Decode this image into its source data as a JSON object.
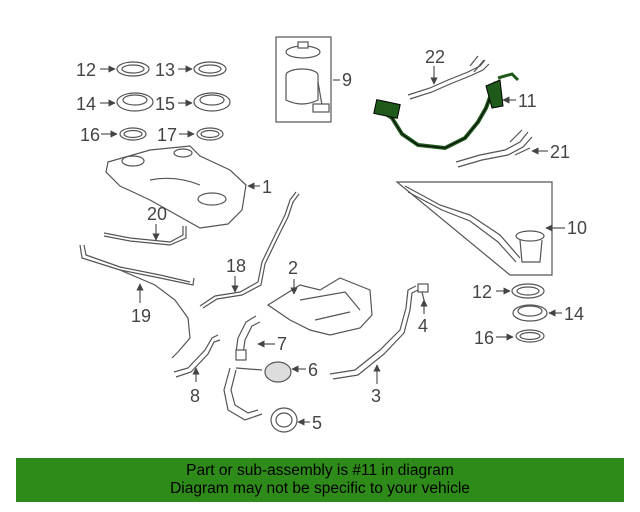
{
  "callouts": {
    "c1": "1",
    "c2": "2",
    "c3": "3",
    "c4": "4",
    "c5": "5",
    "c6": "6",
    "c7": "7",
    "c8": "8",
    "c9": "9",
    "c10": "10",
    "c11": "11",
    "c12a": "12",
    "c12b": "12",
    "c13": "13",
    "c14a": "14",
    "c14b": "14",
    "c15": "15",
    "c16a": "16",
    "c16b": "16",
    "c17": "17",
    "c18": "18",
    "c19": "19",
    "c20": "20",
    "c21": "21",
    "c22": "22"
  },
  "highlight": {
    "part": "11",
    "color": "#1f5a1a"
  },
  "banner": {
    "line1": "Part or sub-assembly is #11 in diagram",
    "line2": "Diagram may not be specific to your vehicle",
    "background": "#2e8b1a"
  }
}
